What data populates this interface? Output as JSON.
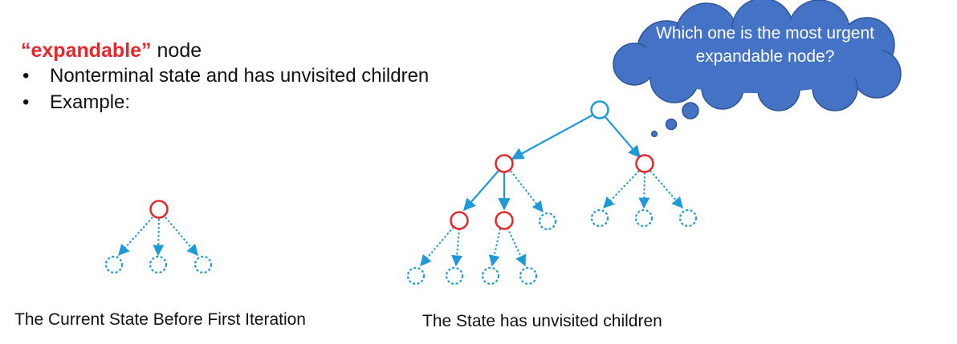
{
  "heading": {
    "keyword": "“expandable”",
    "suffix": " node"
  },
  "bullets": [
    {
      "marker": "•",
      "text": "Nonterminal state and has unvisited children"
    },
    {
      "marker": "•",
      "text": "Example:"
    }
  ],
  "captions": {
    "left": "The Current State Before First Iteration",
    "right": "The State has unvisited children"
  },
  "thought_bubble": {
    "text": "Which one is the most urgent expandable node?"
  },
  "colors": {
    "expanded_node": "#e8252a",
    "root_node": "#1f9ad6",
    "unvisited_node": "#1f9ad6",
    "edge": "#1f9ad6",
    "cloud_fill": "#4472c4",
    "cloud_stroke": "#2f5597",
    "keyword": "#e8252a"
  }
}
